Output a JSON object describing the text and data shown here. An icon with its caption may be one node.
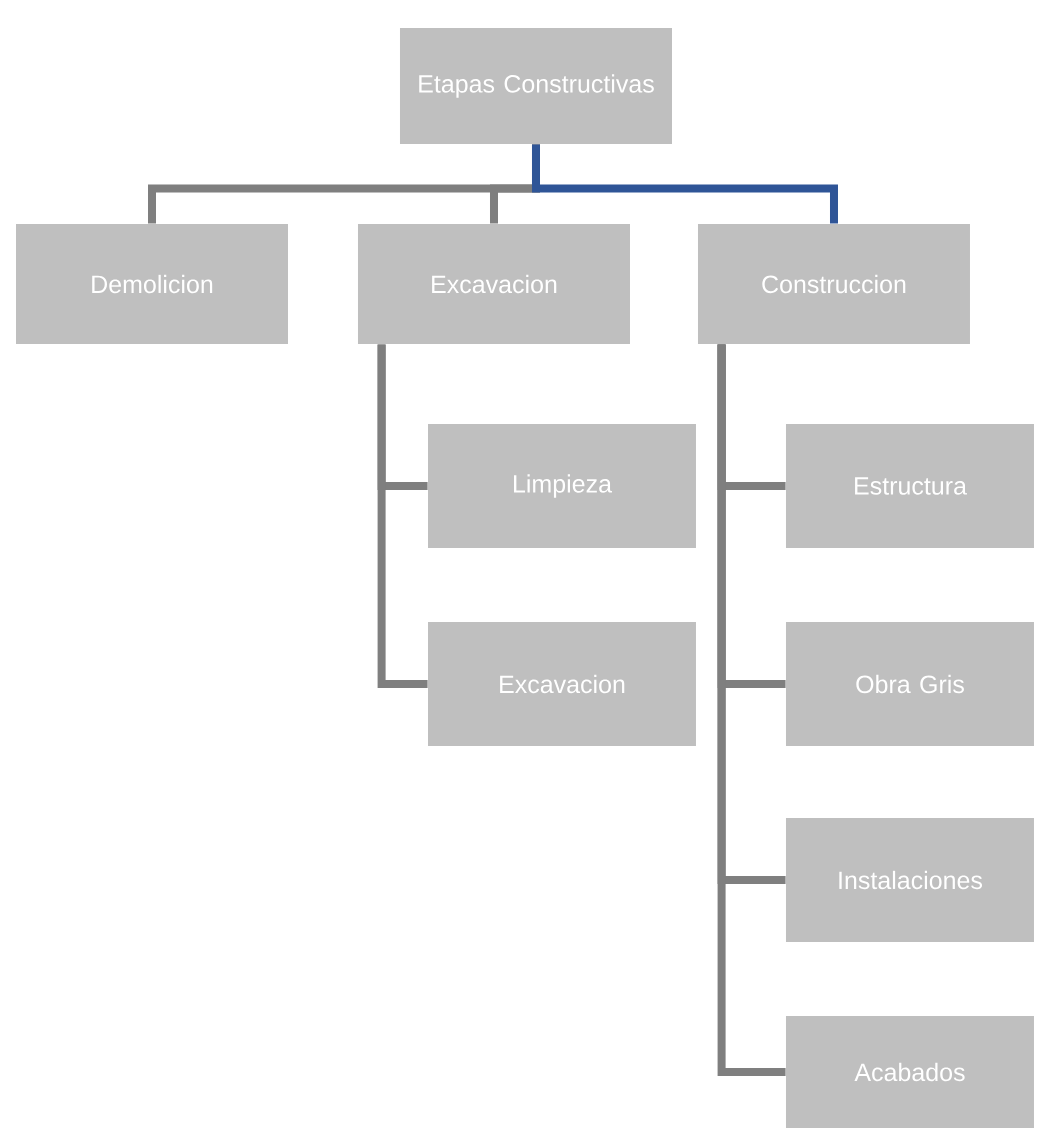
{
  "diagram": {
    "nodes": [
      {
        "text": [
          "Etapas Constructivas"
        ]
      },
      {
        "text": [
          "Demolicion"
        ]
      },
      {
        "text": [
          "Excavacion"
        ]
      },
      {
        "text": [
          "Construccion"
        ]
      },
      {
        "text": [
          "Limpieza"
        ]
      },
      {
        "text": [
          "Excavacion"
        ]
      },
      {
        "text": [
          "Estructura"
        ]
      },
      {
        "text": [
          "Obra Gris"
        ]
      },
      {
        "text": [
          "Instalaciones"
        ]
      },
      {
        "text": [
          "Acabados"
        ]
      }
    ],
    "edges": [
      {
        "from": 0,
        "to": 1,
        "arrow": "none"
      },
      {
        "from": 0,
        "to": 2,
        "arrow": "none"
      },
      {
        "from": 0,
        "to": 3,
        "arrow": "none",
        "color": "#2f5597"
      },
      {
        "from": 2,
        "to": 4,
        "arrow": "none"
      },
      {
        "from": 2,
        "to": 5,
        "arrow": "none"
      },
      {
        "from": 3,
        "to": 6,
        "arrow": "none"
      },
      {
        "from": 3,
        "to": 7,
        "arrow": "none"
      },
      {
        "from": 3,
        "to": 8,
        "arrow": "none"
      },
      {
        "from": 3,
        "to": 9,
        "arrow": "none"
      }
    ]
  }
}
